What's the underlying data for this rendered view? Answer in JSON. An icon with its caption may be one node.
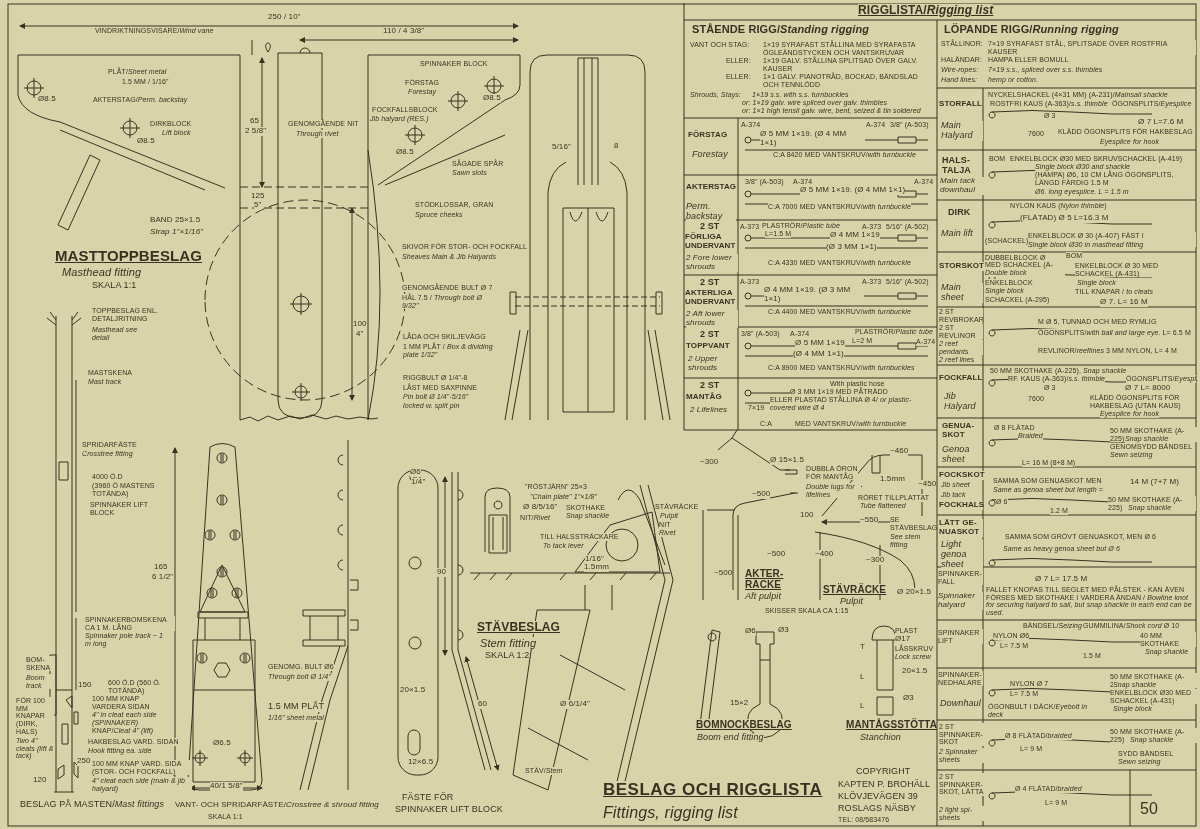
{
  "diagram": {
    "title": "BESLAG OCH RIGGLISTA",
    "labels": [
      "VINDRIKTNINGSVISARE/*Wind vane*",
      "250 / 10\"",
      "110 / 4 3/8\"",
      "PLÅT/*Sheet metal*",
      "1.5 MM / 1/16\"",
      "Ø8.5",
      "AKTERSTAG/*Perm. backstay*",
      "DIRKBLOCK",
      "Lift block",
      "Ø8.5",
      "65",
      "2 5/8\"",
      "GENOMGÅENDE NIT",
      "Through rivet",
      "SPINNAKER BLOCK",
      "FÖRSTAG",
      "Forestay",
      "Ø8.5",
      "FOCKFALLSBLOCK",
      "Jib halyard (RES.)",
      "Ø8.5",
      "125",
      "5\"",
      "5/16\"",
      "8",
      "SÅGADE SPÅR",
      "Sawn slots",
      "BAND 25×1.5",
      "Strap 1\"×1/16\"",
      "STÖDKLOSSAR, GRAN",
      "Spruce cheeks",
      "SKIVOR FÖR STOR- OCH FOCKFALL",
      "Sheaves Main & Jib Halyards",
      "GENOMGÅENDE BULT Ø 7",
      "HÅL 7.5 / *Through bolt Ø 9/32\"*",
      "100",
      "4\"",
      "LÅDA OCH SKILJEVÄGG",
      "1 MM PLÅT / *Box & dividing plate 1/32\"*",
      "RIGGBULT Ø 1/4\"-8",
      "LÅST MED SAXPINNE",
      "Pin bolt Ø 1/4\"-5/16\"",
      "locked w. split pin",
      "MASTTOPPBESLAG",
      "Masthead fitting",
      "SKALA 1:1",
      "TOPPBESLAG ENL. DETALJRITNING",
      "Masthead see detail",
      "MASTSKENA",
      "Mast track",
      "SPRIDARFÄSTE",
      "Crosstree fitting",
      "4000 Ö.D",
      "(3960 Ö MASTENS TOTÄNDA)",
      "SPINNAKER LIFT BLOCK",
      "SPINNAKERBOMSKENA CA 1 M. LÅNG",
      "Spinnaker pole track ~ 1 m long",
      "BOM-SKENA",
      "Boom track",
      "150",
      "600 Ö.D (560 Ö. TOTÄNDA)",
      "100 MM KNAP VARDERA SIDAN",
      "4\" in cleat each side (SPINNAKER)",
      "KNAP/*Cleat 4\" (lift)*",
      "HAKBESLAG VARD. SIDAN",
      "Hook fitting ea. side",
      "FÖR 100 MM KNAPAR (DIRK, HALS)",
      "Two 4\" cleats (lift & tack)",
      "250",
      "120",
      "100 MM KNAP VARD. SIDA (STOR- OCH FOCKFALL)",
      "4\" cleat each side (main & jib halyard)",
      "BESLAG PÅ MASTEN/*Mast fittings*",
      "165",
      "6 1/2\"",
      "GENOMG. BULT Ø6",
      "Through bolt Ø 1/4\"",
      "1.5 MM PLÅT",
      "1/16\" sheet metal",
      "Ø6.5",
      "40/1 5/8\"",
      "VANT- OCH SPRIDARFÄSTE/*Crosstree & shroud fitting*",
      "SKALA 1:1",
      "Ø6",
      "1/4\"",
      "90",
      "20×1.5",
      "60",
      "12×6.5",
      "FÄSTE FÖR",
      "SPINNAKER LIFT BLOCK",
      "\"RÖSTJÄRN\" 25×3",
      "\"Chain plate\" 1\"×1/8\"",
      "Ø 8/5/16\"",
      "NIT/*Rivet*",
      "SKOTHAKE",
      "Snap shackle",
      "TILL HALSSTRÄCKARE",
      "To tack lever",
      "1/16\"",
      "1.5mm",
      "NIT",
      "Rivet",
      "STÄVRÄCKE",
      "Pulpit",
      "STÄVBESLAG",
      "Stem fitting",
      "SKALA 1:2",
      "Ø 6/1/4\"",
      "STÄV/*Stem*",
      "Fittings, rigging list",
      "Ø 15×1.5",
      "~300",
      "~460",
      "DUBBLA ÖRON FÖR MANTÅG",
      "Double lugs for lifelines",
      "1.5mm",
      "~500",
      "RÖRET TILLPLATTAT",
      "Tube flattened",
      "~450",
      "100",
      "~550",
      "SE STÄVBESLAG",
      "See stem fitting",
      "~500",
      "~400",
      "~300",
      "~500",
      "AKTER-RÄCKE",
      "Aft pulpit",
      "STÄVRÄCKE",
      "Pulpit",
      "Ø 20×1.5",
      "SKISSER SKALA CA 1:15",
      "Ø6",
      "Ø3",
      "15×2",
      "BOMNOCKBESLAG",
      "Boom end fitting",
      "PLAST",
      "Ø17",
      "LÅSSKRUV",
      "Lock screw",
      "20×1.5",
      "Ø3",
      "T",
      "L",
      "L",
      "MANTÅGSSTÖTTA",
      "Stanchion",
      "COPYRIGHT",
      "KAPTEN P. BROHÄLL",
      "KLÖVJEVÄGEN 39",
      "ROSLAGS NÄSBY",
      "TEL: 08/583476",
      "RIGGLISTA/*Rigging list*",
      "STÅENDE RIGG/*Standing rigging*",
      "VANT OCH STAG:",
      "1×19 SYRAFAST STÅLLINA MED SYRAFASTA ÖGLEÄNDSTYCKEN OCH VANTSKRUVAR",
      "ELLER:",
      "1×19 GALV. STÅLLINA SPLITSAD ÖVER GALV. KAUSER",
      "ELLER:",
      "1×1 GALV. PIANOTRÅD, BOCKAD, BÄNDSLAD OCH TENNLÖDD",
      "Shrouds, Stays:",
      "1×19 s.s. with s.s. turnbuckles",
      "or: 1×19 galv. wire spliced over galv. thimbles",
      "or: 1×1 high tensil galv. wire, bent, seized & tin soldered",
      "FÖRSTAG",
      "Forestay",
      "A-374",
      "Ø 5 MM 1×19. (Ø 4 MM 1×1)",
      "A-374",
      "3/8\" (A-503)",
      "C:A 8420 MED VANTSKRUV/*with turnbuckle*",
      "AKTERSTAG",
      "Perm. backstay",
      "3/8\" (A-503)",
      "A-374",
      "Ø 5 MM 1×19. (Ø 4 MM 1×1)",
      "A-374",
      "C:A 7000 MED VANTSKRUV/*with turnbuckle*",
      "2 ST",
      "FÖRLIGA UNDERVANT",
      "2 Fore lower shrouds",
      "A-373",
      "PLASTRÖR/*Plastic tube*",
      "L=1.5 M",
      "Ø 4 MM 1×19",
      "(Ø 3 MM 1×1)",
      "A-373",
      "5/16\" (A-502)",
      "C:A 4330 MED VANTSKRUV/*with turnbuckle*",
      "2 ST",
      "AKTERLIGA UNDERVANT",
      "2 Aft lower shrouds",
      "A-373",
      "Ø 4 MM 1×19. (Ø 3 MM 1×1)",
      "A-373",
      "5/16\" (A-502)",
      "C:A 4400 MED VANTSKRUV/*with turnbuckle*",
      "2 ST",
      "TOPPVANT",
      "2 Upper shrouds",
      "3/8\" (A-503)",
      "A-374",
      "Ø 5 MM 1×19",
      "(Ø 4 MM 1×1)",
      "PLASTRÖR/*Plastic tube*",
      "L=2 M",
      "A-374",
      "C:A 8900 MED VANTSKRUV/*with turnbuckles*",
      "2 ST",
      "MANTÅG",
      "2 Lifelines",
      "With plastic hose",
      "Ø 3 MM 1×19 MED PÅTRÄDD PLASTSLANG",
      "ELLER PLASTAD STÅLLINA Ø 4/ *or plastic-covered wire Ø 4*",
      "7×19",
      "C:A",
      "MED VANTSKRUV/*with turnbuckle*",
      "LÖPANDE RIGG/*Running rigging*",
      "STÅLLINOR:",
      "7×19 SYRAFAST STÅL, SPLITSADE ÖVER ROSTFRIA KAUSER",
      "HALÄNDAR:",
      "HAMPA ELLER BOMULL",
      "Wire-ropes:",
      "7×19 s.s., spliced over s.s. thimbles",
      "Hand lines:",
      "hemp or cotton.",
      "STORFALL",
      "Main Halyard",
      "NYCKELSHACKEL (4×31 MM) (A-231)/*Mainsail shackle*",
      "ROSTFRI KAUS (A-363)/*s.s. thimble*",
      "ÖGONSPLITS/*Eyesplice*",
      "Ø 3",
      "Ø 7 L=7.6 M",
      "7600",
      "KLÄDD ÖGONSPLITS FÖR HAKBESLAG",
      "Eyesplice for hook",
      "HALS-TALJA",
      "Main tack downhaul",
      "BOM",
      "ENKELBLOCK Ø30 MED SKRUVSCHACKEL (A-419)",
      "Single block Ø30 and shackle",
      "(HAMPA) Ø6, 10 CM LÅNG ÖGONSPLITS, LÄNGD FÄRDIG 1.5 M",
      "Ø6. long eyesplice. L = 1.5 m",
      "DIRK",
      "Main lift",
      "NYLON KAUS (*Nylon thimble*)",
      "(FLÄTAD) Ø 5 L=16.3 M",
      "(SCHACKEL)",
      "ENKELBLOCK Ø 30 (A-407) FÄST I TOPPBESLAGET",
      "Single block Ø30 in masthead fitting",
      "STORSKOT",
      "Main sheet",
      "DUBBELBLOCK Ø 30",
      "MED SCHACKEL (A-458)",
      "Double block",
      "ENKELBLOCK",
      "Single block",
      "SCHACKEL (A-295)",
      "BOM",
      "ENKELBLOCK Ø 30 MED SCHACKEL (A-431)",
      "Single block",
      "TILL KNAPAR / *to cleats*",
      "Ø 7. L= 16 M",
      "2 ST REVBROKAR",
      "2 ST REVLINOR",
      "2 reef pendants",
      "2 reef lines",
      "M Ø 5, TUNNAD OCH MED RYMLIG",
      "ÖGONSPLITS/*with ball and large eye.* L= 6.5 M",
      "REVLINOR/*reeflines* 3 MM NYLON, L= 4 M",
      "FOCKFALL",
      "Jib Halyard",
      "50 MM SKOTHAKE (A-225), *Snap shackle*",
      "RF. KAUS (A-363)/*s.s. thimble*",
      "ÖGONSPLITS/*Eyespl.*",
      "Ø 3",
      "7600",
      "Ø 7 L= 8000",
      "KLÄDD ÖGONSPLITS FÖR HAKBESLAG (UTAN KAUS)",
      "Eyesplice for hook",
      "GENUA-SKOT",
      "Genoa sheet",
      "Ø 8 FLÄTAD",
      "Braided",
      "50 MM SKOTHAKE (A-225)",
      "Snap shackle",
      "GENOMSYDD BÄNDSEL",
      "Sewn seizing",
      "L= 16 M (8+8 M)",
      "FOCKSKOT",
      "Jib sheet",
      "Jib tack",
      "FOCKHALS",
      "SAMMA SOM GENUASKOT MEN LÄNGD =",
      "Same as genoa sheet but length =",
      "14 M (7+7 M)",
      "Ø 6",
      "1.2 M",
      "50 MM SKOTHAKE (A-225)",
      "Snap shackle",
      "LÄTT GE-NUASKOT",
      "Light genoa sheet",
      "SAMMA SOM GRÖVT GENUASKOT, MEN Ø 6",
      "Same as heavy genoa sheet but Ø 6",
      "SPINNAKER-FALL",
      "Spinnaker halyard",
      "Ø 7 L= 17.5 M",
      "FALLET KNOPAS TILL SEGLET MED PÅLSTEK - KAN ÄVEN FÖRSES MED SKOTHAKE I VARDERA ÄNDAN / *Bowline knot for securing halyard to sail, but snap shackle in each end can be used.*",
      "SPINNAKER LIFT",
      "BÄNDSEL/*Seizing*",
      "GUMMILINA/*Shock cord* Ø 10",
      "NYLON Ø6",
      "L= 7.5 M",
      "40 MM SKOTHAKE",
      "Snap shackle",
      "1.5 M",
      "SPINNAKER-NEDHALARE",
      "Downhaul",
      "NYLON Ø 7",
      "L= 7.5 M",
      "50 MM SKOTHAKE (A-225)",
      "Snap shackle",
      "ENKELBLOCK Ø30 MED SCHACKEL (A-431)",
      "Single block",
      "ÖGONBULT I DÄCK/*Eyebolt in deck*",
      "2 ST SPINNAKER-SKOT",
      "2 Spinnaker sheets",
      "Ø 8 FLÄTAD/*braided*",
      "L= 9 M",
      "50 MM SKOTHAKE (A-225)",
      "Snap shackle",
      "SYDD BÄNDSEL",
      "Sewn seizing",
      "2 ST SPINNAKER-SKOT, LÄTTA",
      "2 light spi-sheets",
      "Ø 4 FLÄTAD/*braided*",
      "L= 9 M",
      "50"
    ]
  }
}
